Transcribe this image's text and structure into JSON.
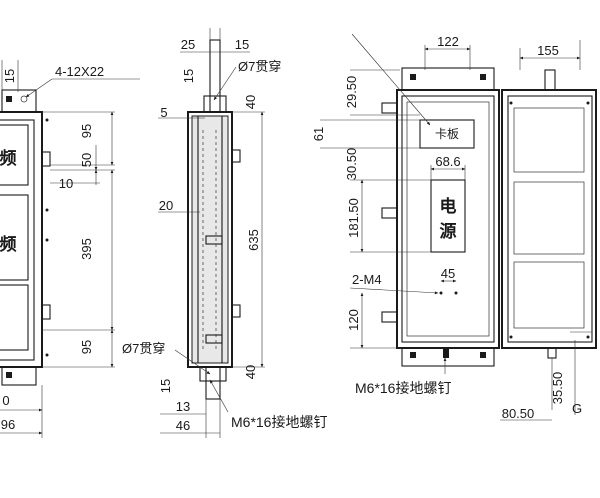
{
  "colors": {
    "line": "#1a1a1a",
    "background": "#ffffff",
    "panel_fill": "#e8e8e8"
  },
  "view_front": {
    "label_holes": "4-12X22",
    "dims": {
      "top_15": "15",
      "h_95_top": "95",
      "h_50": "50",
      "h_10": "10",
      "h_395": "395",
      "h_95_bottom": "95",
      "w_0": "0",
      "w_96": "96"
    },
    "window_top_text": "频",
    "window_mid_text": "频"
  },
  "view_side": {
    "dims": {
      "w_25": "25",
      "w_15_top": "15",
      "v_15_top": "15",
      "v_5": "5",
      "v_40_top": "40",
      "v_20": "20",
      "v_635": "635",
      "v_15_bottom": "15",
      "v_40_bottom": "40",
      "w_13": "13",
      "w_46": "46"
    },
    "label_through_top": "Ø7贯穿",
    "label_through_bottom": "Ø7贯穿",
    "label_screw": "M6*16接地螺钉"
  },
  "view_inner": {
    "dims": {
      "w_122": "122",
      "v_29_50": "29.50",
      "v_61": "61",
      "v_30_50": "30.50",
      "w_68_6": "68.6",
      "v_181_50": "181.50",
      "w_45": "45",
      "v_120": "120"
    },
    "label_card": "卡板",
    "label_m4": "2-M4",
    "label_power_1": "电",
    "label_power_2": "源",
    "label_screw": "M6*16接地螺钉"
  },
  "view_back": {
    "dims": {
      "w_155": "155",
      "v_35_50": "35.50",
      "w_80_50": "80.50",
      "label_g": "G"
    }
  }
}
